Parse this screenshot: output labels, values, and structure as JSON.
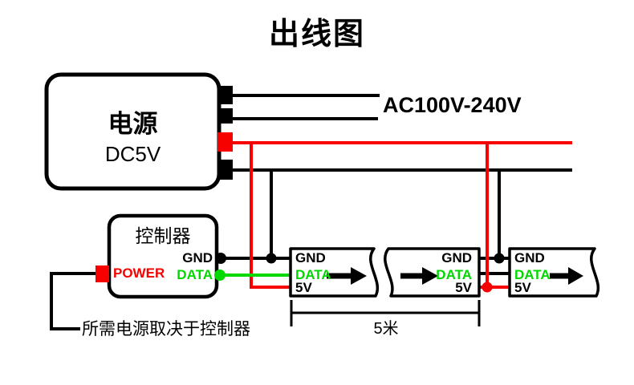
{
  "colors": {
    "red": "#f70000",
    "green": "#00d800",
    "black": "#000000",
    "bg": "#ffffff"
  },
  "title": "出线图",
  "power_supply": {
    "label": "电源",
    "output": "DC5V",
    "ac_input_label": "AC100V-240V"
  },
  "controller": {
    "label": "控制器",
    "power": "POWER",
    "gnd": "GND",
    "data": "DATA"
  },
  "strips": [
    {
      "gnd": "GND",
      "data": "DATA",
      "v5": "5V"
    },
    {
      "gnd": "GND",
      "data": "DATA",
      "v5": "5V"
    },
    {
      "gnd": "GND",
      "data": "DATA",
      "v5": "5V"
    }
  ],
  "dimension_label": "5米",
  "note": "所需电源取决于控制器"
}
